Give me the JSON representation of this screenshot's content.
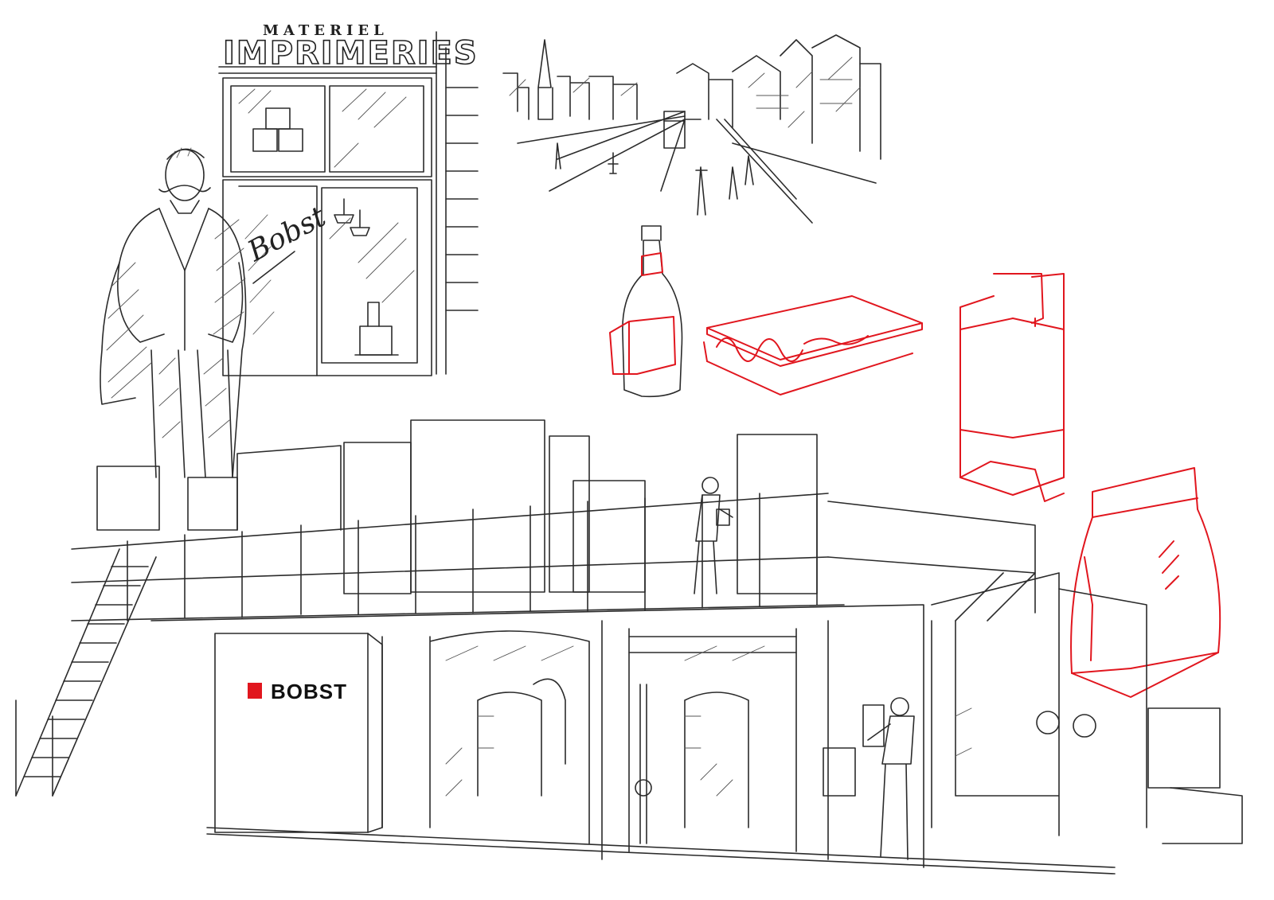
{
  "sign": {
    "top_text": "MATERIEL",
    "main_text": "IMPRIMERIES"
  },
  "window_script": "Bobst",
  "brand": {
    "name": "BOBST",
    "accent_color": "#e1161e"
  },
  "ink_color": "#2b2b2b",
  "highlight_color": "#e1161e"
}
